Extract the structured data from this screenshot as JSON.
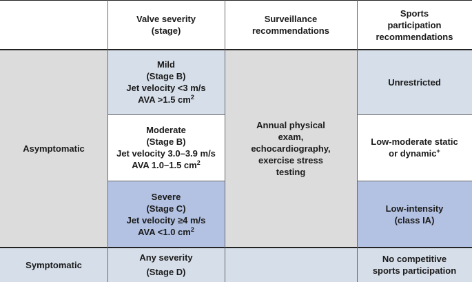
{
  "header": {
    "col2": [
      "Valve severity",
      "(stage)"
    ],
    "col3": [
      "Surveillance",
      "recommendations"
    ],
    "col4": [
      "Sports",
      "participation",
      "recommendations"
    ]
  },
  "rows": {
    "asymptomatic_label": "Asymptomatic",
    "symptomatic_label": "Symptomatic",
    "mild": {
      "line1": "Mild",
      "line2": "(Stage B)",
      "line3": "Jet velocity <3 m/s",
      "line4": "AVA >1.5 cm",
      "sup": "2"
    },
    "moderate": {
      "line1": "Moderate",
      "line2": "(Stage B)",
      "line3": "Jet velocity 3.0–3.9 m/s",
      "line4": "AVA 1.0–1.5 cm",
      "sup": "2"
    },
    "severe": {
      "line1": "Severe",
      "line2": "(Stage C)",
      "line3": "Jet velocity ≥4 m/s",
      "line4": "AVA <1.0 cm",
      "sup": "2"
    },
    "surveillance": [
      "Annual physical",
      "exam,",
      "echocardiography,",
      "exercise stress",
      "testing"
    ],
    "sports_mild": "Unrestricted",
    "sports_moderate": [
      "Low-moderate static",
      "or dynamic"
    ],
    "sports_moderate_sup": "+",
    "sports_severe": [
      "Low-intensity",
      "(class IA)"
    ],
    "symptomatic_severity": [
      "Any severity",
      "(Stage D)"
    ],
    "symptomatic_sports": [
      "No competitive",
      "sports participation"
    ]
  },
  "colors": {
    "gray": "#dcdcdc",
    "light_blue": "#d6dee9",
    "mid_blue": "#b3c2e2",
    "white": "#ffffff",
    "border": "#222222"
  }
}
